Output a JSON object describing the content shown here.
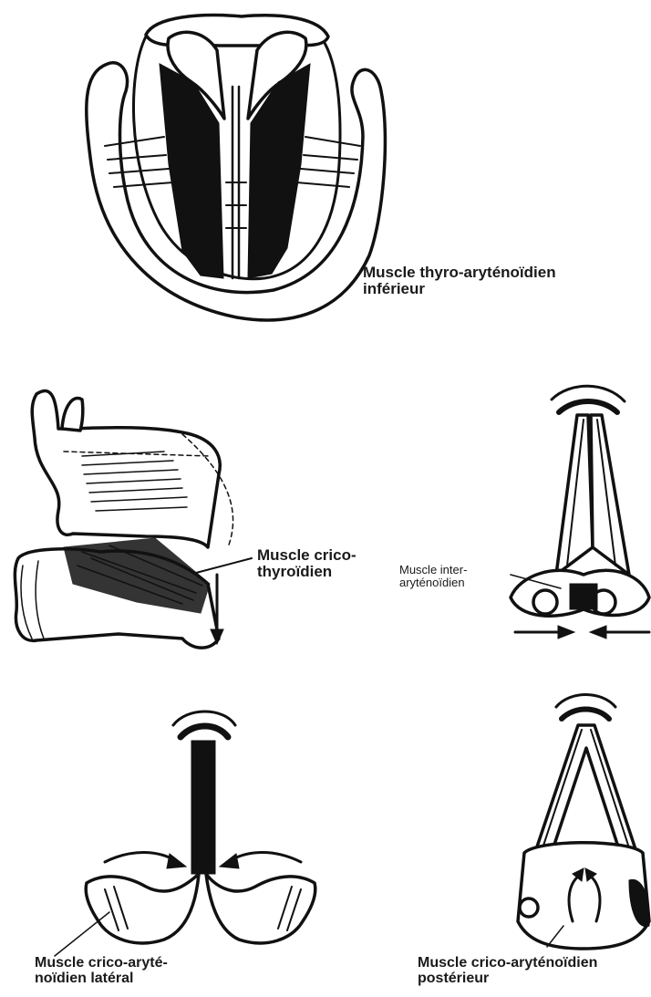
{
  "figures": {
    "thyro_arytenoid": {
      "label_lines": [
        "Muscle thyro-aryténoïdien",
        "inférieur"
      ]
    },
    "crico_thyroid": {
      "label_lines": [
        "Muscle crico-",
        "thyroïdien"
      ]
    },
    "inter_arytenoid": {
      "label_lines": [
        "Muscle inter-",
        "aryténoïdien"
      ]
    },
    "lateral_crico_arytenoid": {
      "label_lines": [
        "Muscle crico-aryté-",
        "noïdien latéral"
      ]
    },
    "posterior_crico_arytenoid": {
      "label_lines": [
        "Muscle crico-aryténoïdien",
        "postérieur"
      ]
    }
  }
}
